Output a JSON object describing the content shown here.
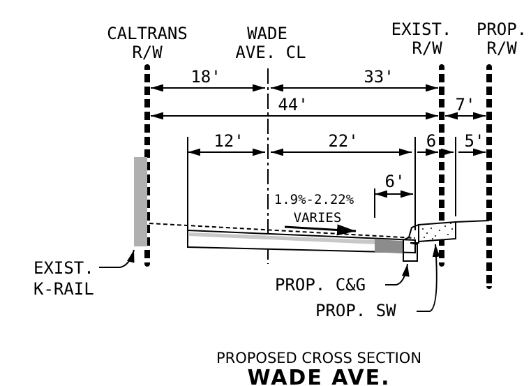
{
  "labels": {
    "caltrans_rw_line1": "CALTRANS",
    "caltrans_rw_line2": "R/W",
    "wade_cl_line1": "WADE",
    "wade_cl_line2": "AVE. CL",
    "exist_rw_line1": "EXIST.",
    "exist_rw_line2": "R/W",
    "prop_rw_line1": "PROP.",
    "prop_rw_line2": "R/W"
  },
  "dimensions": {
    "d_18": "18'",
    "d_33": "33'",
    "d_44": "44'",
    "d_7": "7'",
    "d_12": "12'",
    "d_22": "22'",
    "d_6_small": "6",
    "d_5": "5'",
    "d_6_gutter": "6'"
  },
  "slope": {
    "range": "1.9%-2.22%",
    "note": "VARIES"
  },
  "callouts": {
    "krail_line1": "EXIST.",
    "krail_line2": "K-RAIL",
    "cg": "PROP. C&G",
    "sw": "PROP. SW"
  },
  "title": {
    "subtitle": "PROPOSED CROSS SECTION",
    "main": "WADE AVE."
  },
  "colors": {
    "ink": "#000000",
    "krail_fill": "#b0b0b0",
    "pavement_fill": "#c8c8c8",
    "gutter_fill": "#8c8c8c"
  }
}
